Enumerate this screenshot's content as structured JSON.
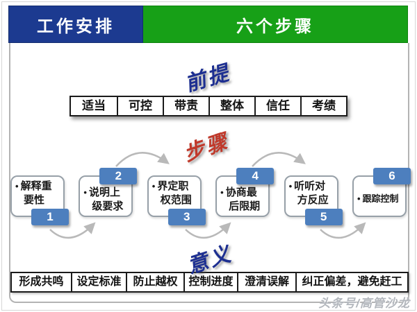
{
  "header": {
    "left_label": "工作安排",
    "right_label": "六个步骤"
  },
  "sections": {
    "premise": {
      "label": "前提",
      "cells": [
        "适当",
        "可控",
        "带责",
        "整体",
        "信任",
        "考绩"
      ]
    },
    "steps": {
      "label": "步骤",
      "bullet": "•",
      "items": [
        {
          "num": "1",
          "text": "解释重要性"
        },
        {
          "num": "2",
          "text": "说明上级要求"
        },
        {
          "num": "3",
          "text": "界定职权范围"
        },
        {
          "num": "4",
          "text": "协商最后限期"
        },
        {
          "num": "5",
          "text": "听听对方反应"
        },
        {
          "num": "6",
          "text": "跟踪控制"
        }
      ]
    },
    "meaning": {
      "label": "意义",
      "cells": [
        "形成共鸣",
        "设定标准",
        "防止越权",
        "控制进度",
        "澄清误解",
        "纠正偏差，避免赶工"
      ]
    }
  },
  "watermark": "头条号/高管沙龙",
  "colors": {
    "header_blue": "#1c3a90",
    "header_green": "#17a017",
    "badge_blue": "#4d7fbe",
    "label_navy": "#1d2f91",
    "label_red": "#c0392b",
    "arrow_gray": "#b9b9b9"
  }
}
